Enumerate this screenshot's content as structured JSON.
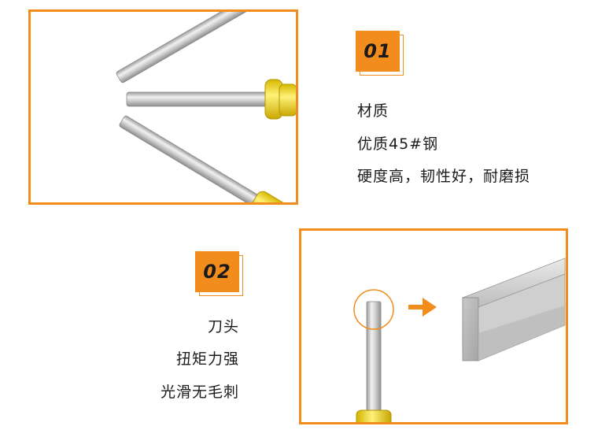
{
  "section1": {
    "badge": "01",
    "lines": [
      "材质",
      "优质45#钢",
      "硬度高，韧性好，耐磨损"
    ]
  },
  "section2": {
    "badge": "02",
    "lines": [
      "刀头",
      "扭矩力强",
      "光滑无毛刺"
    ]
  },
  "colors": {
    "accent": "#f28c1c",
    "handle_yellow": "#f3df2a",
    "steel": "#d4d4d4"
  }
}
